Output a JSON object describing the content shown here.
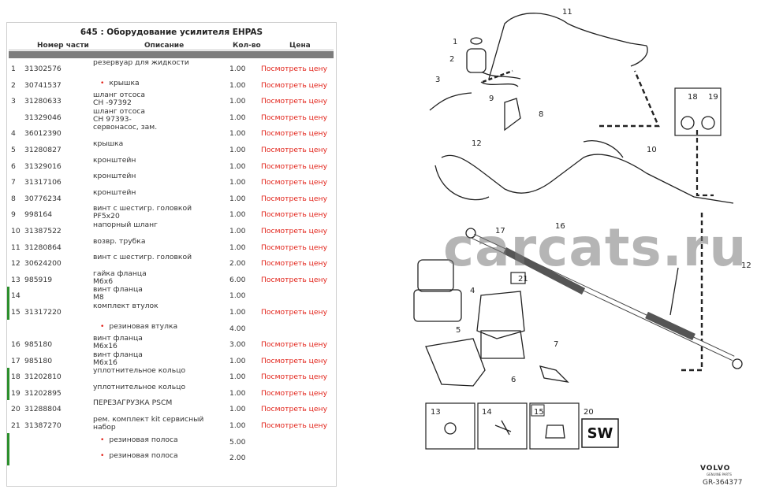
{
  "panel": {
    "title": "645 : Оборудование усилителя EHPAS",
    "headers": {
      "partno": "Номер части",
      "desc": "Описание",
      "qty": "Кол-во",
      "price": "Цена"
    }
  },
  "rows": [
    {
      "idx": "1",
      "pn": "31302576",
      "desc": "резервуар для жидкости",
      "qty": "1.00",
      "price": "Посмотреть цену"
    },
    {
      "idx": "2",
      "pn": "30741537",
      "desc": "крышка",
      "sub": true,
      "qty": "1.00",
      "price": "Посмотреть цену"
    },
    {
      "idx": "3",
      "pn": "31280633",
      "desc": "шланг отсоса\nCH -97392",
      "qty": "1.00",
      "price": "Посмотреть цену"
    },
    {
      "idx": "",
      "pn": "31329046",
      "desc": "шланг отсоса\nCH 97393-",
      "qty": "1.00",
      "price": "Посмотреть цену"
    },
    {
      "idx": "4",
      "pn": "36012390",
      "desc": "сервонасос, зам.",
      "qty": "1.00",
      "price": "Посмотреть цену"
    },
    {
      "idx": "5",
      "pn": "31280827",
      "desc": "крышка",
      "qty": "1.00",
      "price": "Посмотреть цену"
    },
    {
      "idx": "6",
      "pn": "31329016",
      "desc": "кронштейн",
      "qty": "1.00",
      "price": "Посмотреть цену"
    },
    {
      "idx": "7",
      "pn": "31317106",
      "desc": "кронштейн",
      "qty": "1.00",
      "price": "Посмотреть цену"
    },
    {
      "idx": "8",
      "pn": "30776234",
      "desc": "кронштейн",
      "qty": "1.00",
      "price": "Посмотреть цену"
    },
    {
      "idx": "9",
      "pn": "998164",
      "desc": "винт с шестигр. головкой\nPF5x20",
      "qty": "1.00",
      "price": "Посмотреть цену"
    },
    {
      "idx": "10",
      "pn": "31387522",
      "desc": "напорный шланг",
      "qty": "1.00",
      "price": "Посмотреть цену"
    },
    {
      "idx": "11",
      "pn": "31280864",
      "desc": "возвр. трубка",
      "qty": "1.00",
      "price": "Посмотреть цену"
    },
    {
      "idx": "12",
      "pn": "30624200",
      "desc": "винт с шестигр. головкой",
      "qty": "2.00",
      "price": "Посмотреть цену"
    },
    {
      "idx": "13",
      "pn": "985919",
      "desc": "гайка фланца\nM6x6",
      "qty": "6.00",
      "price": "Посмотреть цену"
    },
    {
      "idx": "14",
      "pn": "",
      "desc": "винт фланца\nM8",
      "qty": "1.00",
      "price": "",
      "mark": true
    },
    {
      "idx": "15",
      "pn": "31317220",
      "desc": "комплект втулок",
      "qty": "1.00",
      "price": "Посмотреть цену",
      "mark": true
    },
    {
      "idx": "",
      "pn": "",
      "desc": "резиновая втулка",
      "sub": true,
      "qty": "4.00",
      "price": ""
    },
    {
      "idx": "16",
      "pn": "985180",
      "desc": "винт фланца\nM6x16",
      "qty": "3.00",
      "price": "Посмотреть цену"
    },
    {
      "idx": "17",
      "pn": "985180",
      "desc": "винт фланца\nM6x16",
      "qty": "1.00",
      "price": "Посмотреть цену"
    },
    {
      "idx": "18",
      "pn": "31202810",
      "desc": "уплотнительное кольцо",
      "qty": "1.00",
      "price": "Посмотреть цену",
      "mark": true
    },
    {
      "idx": "19",
      "pn": "31202895",
      "desc": "уплотнительное кольцо",
      "qty": "1.00",
      "price": "Посмотреть цену",
      "mark": true
    },
    {
      "idx": "20",
      "pn": "31288804",
      "desc": "ПЕРЕЗАГРУЗКА PSCM",
      "qty": "1.00",
      "price": "Посмотреть цену"
    },
    {
      "idx": "21",
      "pn": "31387270",
      "desc": "рем. комплект kit сервисный набор",
      "qty": "1.00",
      "price": "Посмотреть цену"
    },
    {
      "idx": "",
      "pn": "",
      "desc": "резиновая полоса",
      "sub": true,
      "qty": "5.00",
      "price": "",
      "mark": true
    },
    {
      "idx": "",
      "pn": "",
      "desc": "резиновая полоса",
      "sub": true,
      "qty": "2.00",
      "price": "",
      "mark": true
    }
  ],
  "diagram": {
    "callouts": [
      "1",
      "2",
      "3",
      "4",
      "5",
      "6",
      "7",
      "8",
      "9",
      "10",
      "11",
      "12",
      "12",
      "16",
      "17",
      "18",
      "19",
      "21"
    ],
    "boxes": [
      "13",
      "14",
      "15",
      "20"
    ],
    "box20_text": "SW",
    "watermark": "carcats.ru",
    "logo": "VOLVO",
    "logo_sub": "GENUINE PARTS",
    "code": "GR-364377"
  },
  "colors": {
    "price": "#e2231a",
    "marker": "#2c8f2c",
    "band": "#7d7d7d"
  }
}
